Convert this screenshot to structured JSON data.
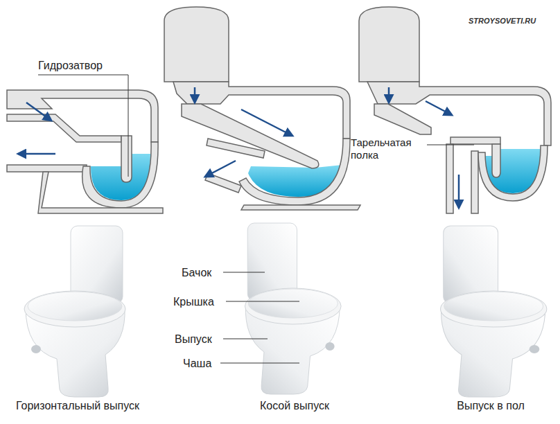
{
  "diagram": {
    "labels": [
      "Гидрозатвор",
      "STROYSOVETI.RU",
      "Тарельчатая полка",
      "Бачок",
      "Крышка",
      "Выпуск",
      "Чаша",
      "Горизонтальный выпуск",
      "Косой выпуск",
      "Выпуск в пол"
    ]
  }
}
